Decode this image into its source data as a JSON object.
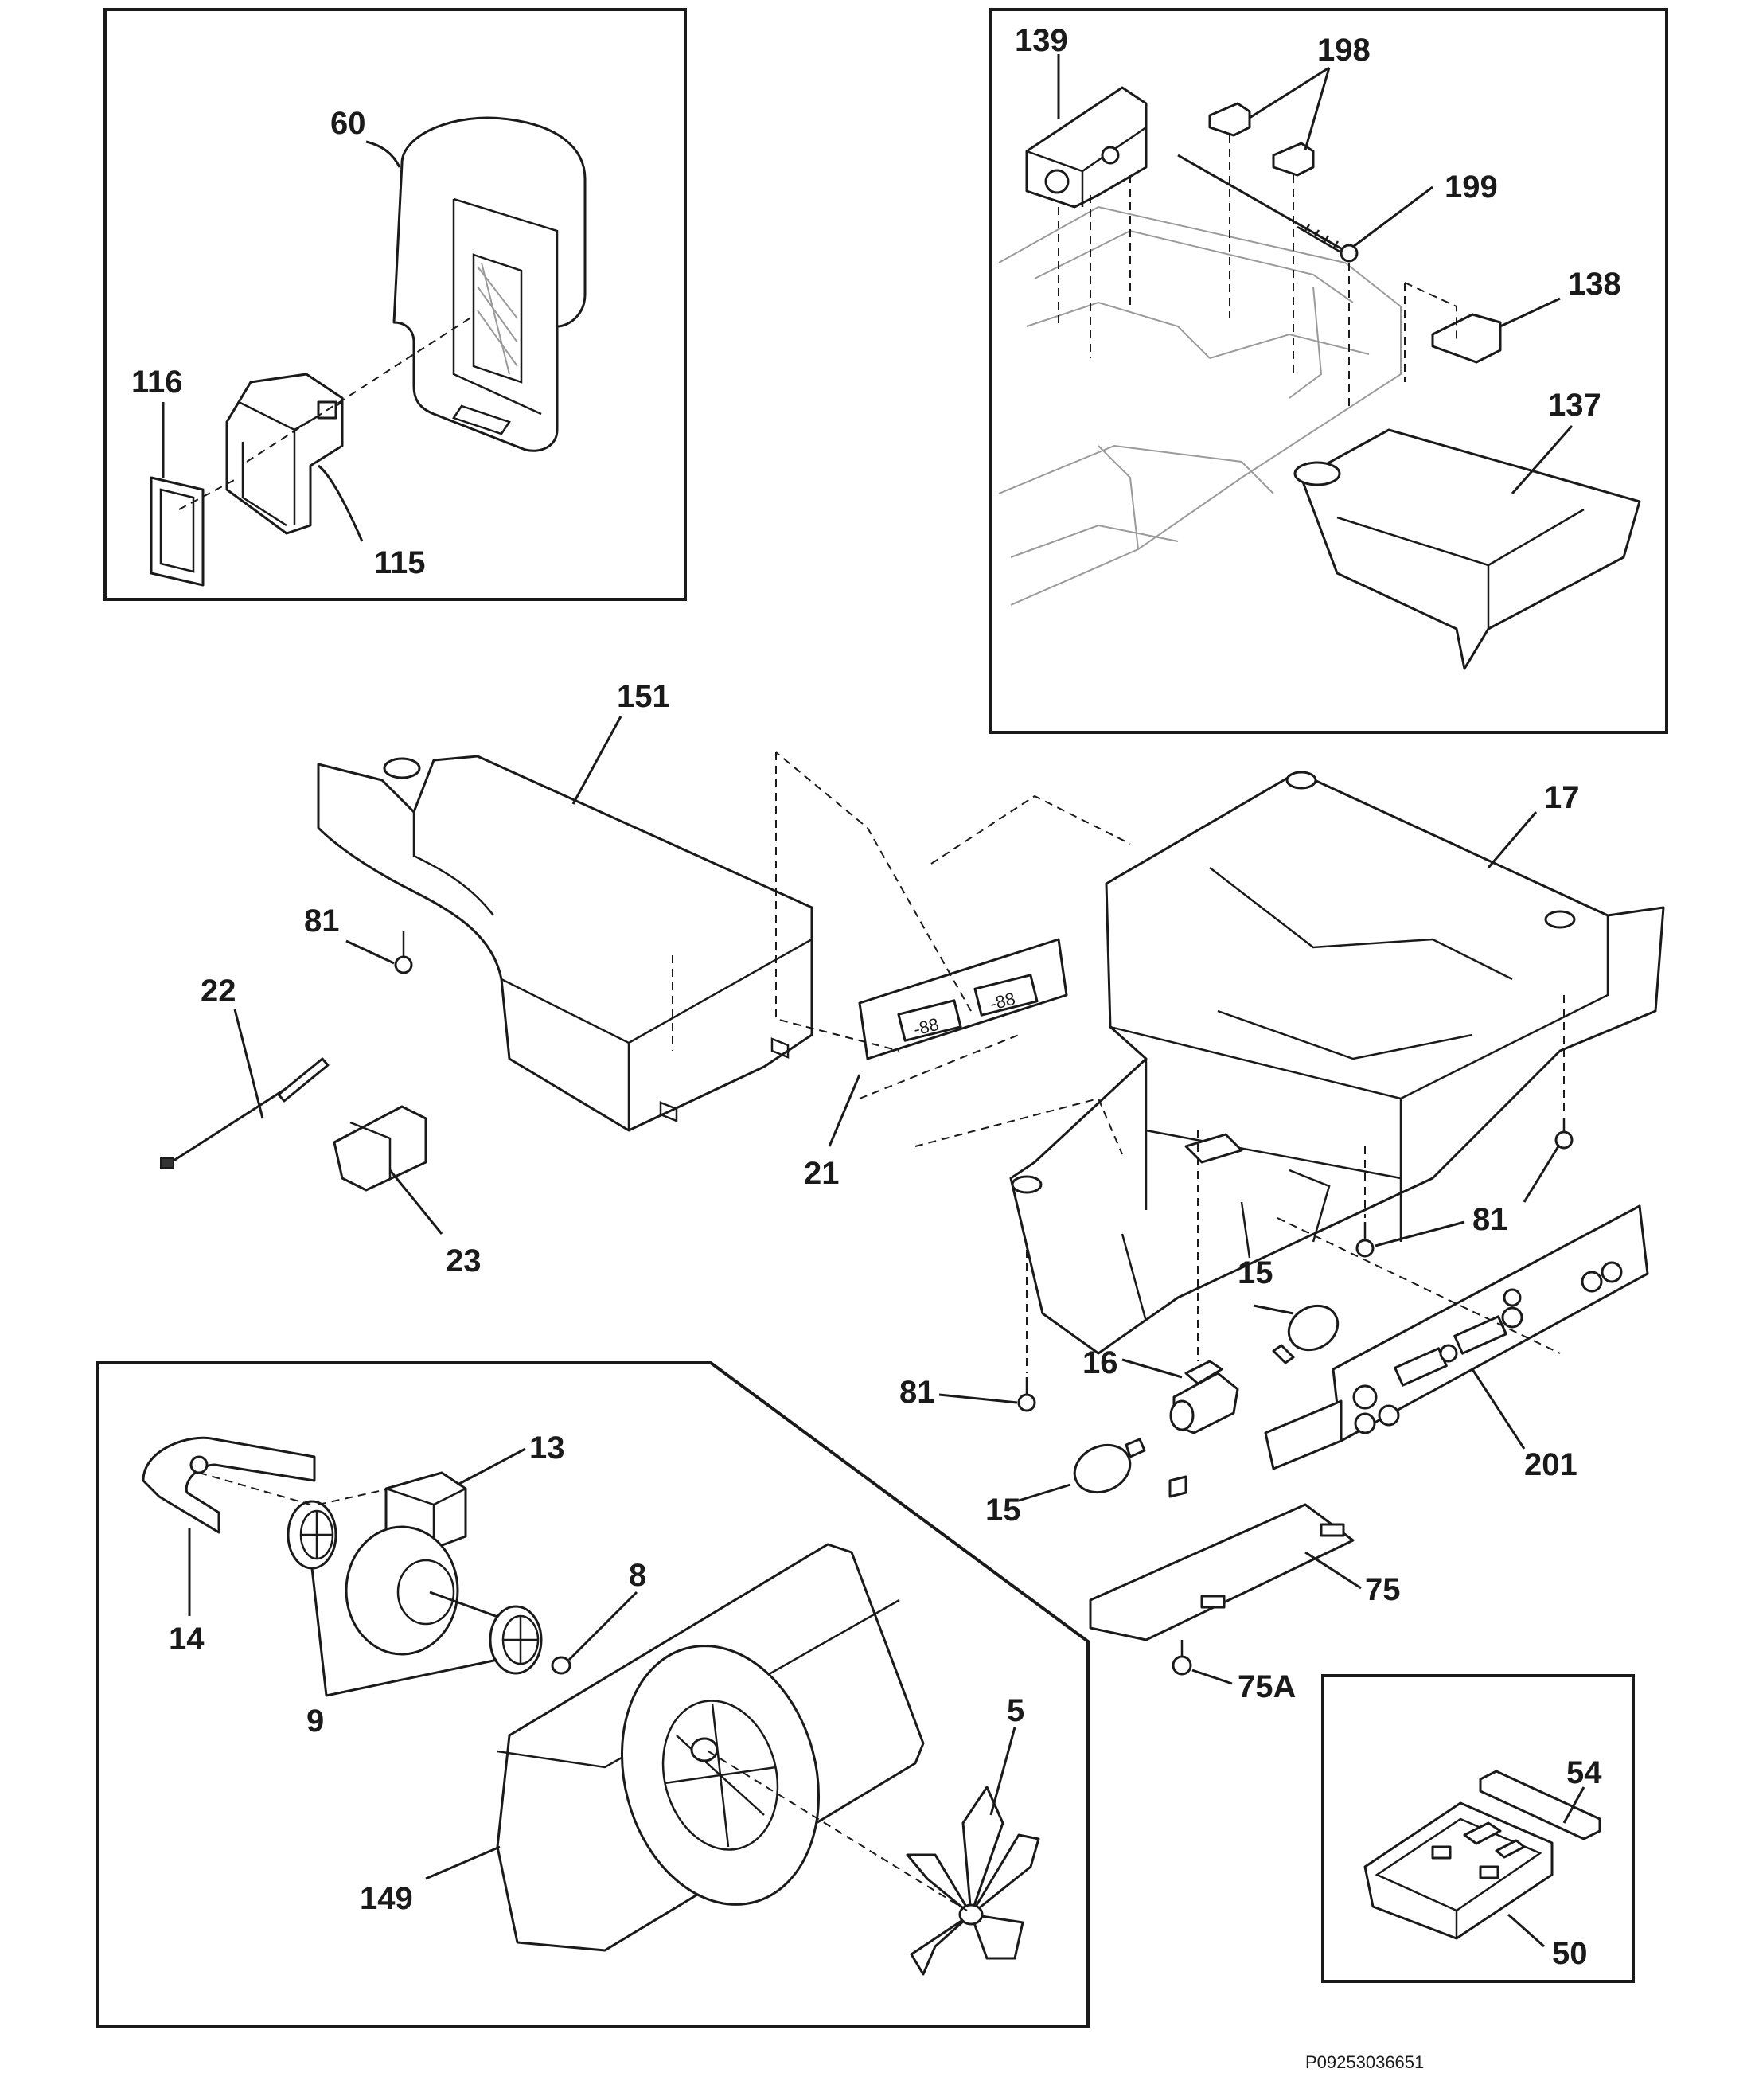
{
  "diagram": {
    "drawing_code": "P09253036651",
    "callouts": {
      "c60": "60",
      "c116": "116",
      "c115": "115",
      "c139": "139",
      "c198": "198",
      "c199": "199",
      "c138": "138",
      "c137": "137",
      "c151": "151",
      "c17": "17",
      "c81a": "81",
      "c22": "22",
      "c23": "23",
      "c21": "21",
      "c81b": "81",
      "c81c": "81",
      "c15a": "15",
      "c16": "16",
      "c15b": "15",
      "c201": "201",
      "c75": "75",
      "c75a": "75A",
      "c13": "13",
      "c14": "14",
      "c8": "8",
      "c9": "9",
      "c5": "5",
      "c149": "149",
      "c54": "54",
      "c50": "50"
    },
    "display_readouts": {
      "left": "-88",
      "right": "-88"
    }
  }
}
